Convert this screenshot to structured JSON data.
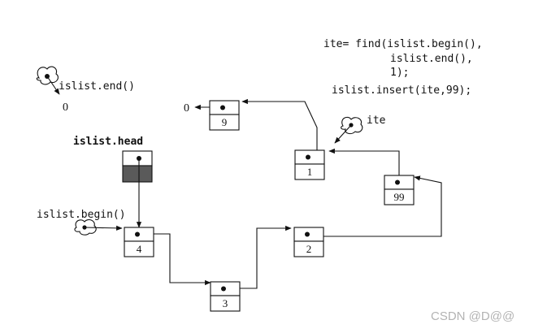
{
  "code": {
    "line1": "ite= find(islist.begin(),",
    "line2": "islist.end(),",
    "line3": "1);",
    "line4": "islist.insert(ite,99);"
  },
  "labels": {
    "end": "islist.end()",
    "end_null": "0",
    "head": "islist.head",
    "begin": "islist.begin()",
    "ite": "ite",
    "node9_null": "0"
  },
  "nodes": [
    {
      "id": "node-4",
      "value": "4"
    },
    {
      "id": "node-3",
      "value": "3"
    },
    {
      "id": "node-2",
      "value": "2"
    },
    {
      "id": "node-99",
      "value": "99"
    },
    {
      "id": "node-1",
      "value": "1"
    },
    {
      "id": "node-9",
      "value": "9"
    }
  ],
  "watermark": "CSDN @D@@"
}
